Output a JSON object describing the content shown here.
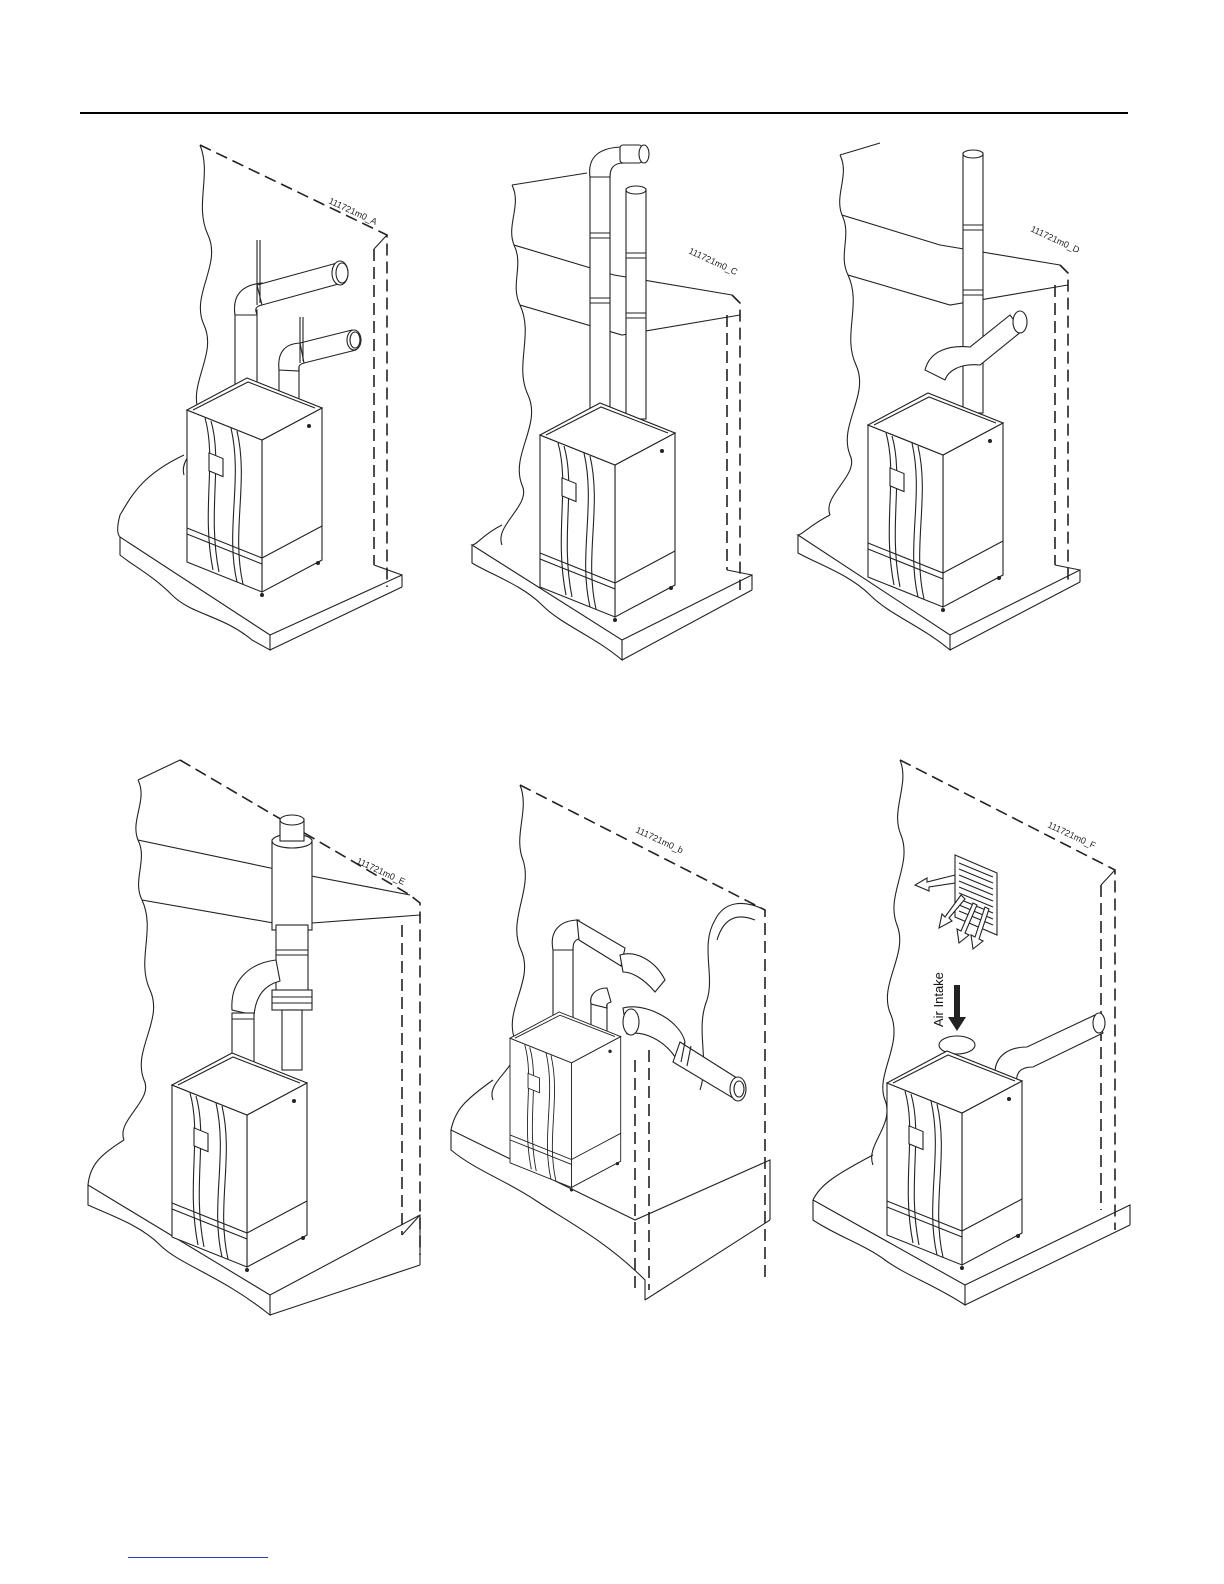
{
  "figures": [
    {
      "id": "a",
      "code": "111721m0_A"
    },
    {
      "id": "c",
      "code": "111721m0_C"
    },
    {
      "id": "d",
      "code": "111721m0_D"
    },
    {
      "id": "e",
      "code": "111721m0_E"
    },
    {
      "id": "b",
      "code": "111721m0_b"
    },
    {
      "id": "f",
      "code": "111721m0_F",
      "arrow_label": "Air Intake"
    }
  ]
}
